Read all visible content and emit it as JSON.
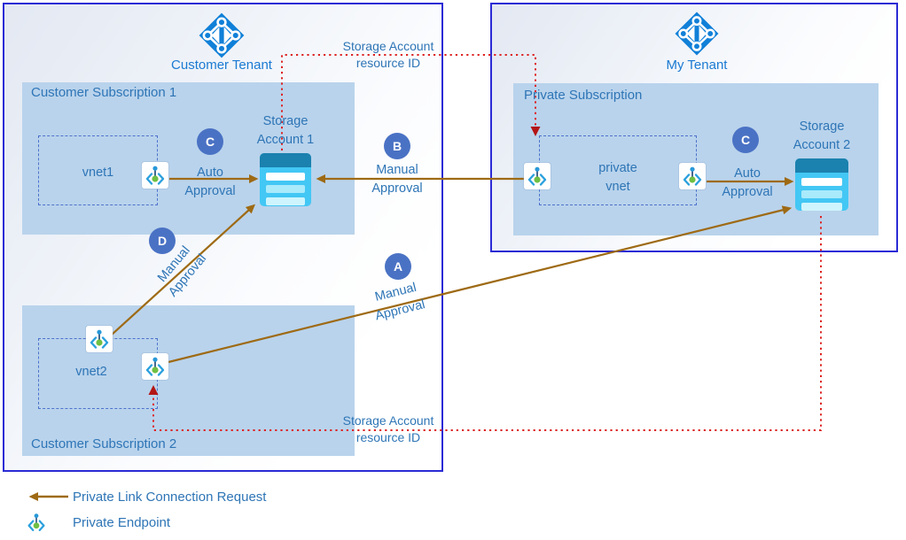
{
  "colors": {
    "tenant_border": "#2b2bd5",
    "subscription_fill": "#b9d3ec",
    "vnet_dashed_border": "#4d72cc",
    "label_blue": "#2e75b6",
    "tenant_title_blue": "#1b7ad2",
    "step_circle_fill": "#4a72c4",
    "connection_arrow_brown": "#9e6a14",
    "resource_id_dotted_red": "#dd2222",
    "resource_id_arrowhead_red": "#b31515",
    "azure_ad_blue": "#1080d8",
    "storage_body": "#43c7f4",
    "storage_band": "#1b81ae",
    "endpoint_bracket_blue": "#2aa0dd",
    "endpoint_green": "#6fbf44"
  },
  "icons": {
    "tenant": "azure-active-directory-icon",
    "endpoint": "private-endpoint-icon",
    "storage": "storage-account-icon",
    "request": "connection-request-arrow"
  },
  "customer_tenant": {
    "title": "Customer Tenant",
    "subscription1": {
      "title": "Customer Subscription 1",
      "vnet_label": "vnet1",
      "storage_label_line1": "Storage",
      "storage_label_line2": "Account 1"
    },
    "subscription2": {
      "title": "Customer Subscription 2",
      "vnet_label": "vnet2"
    }
  },
  "my_tenant": {
    "title": "My Tenant",
    "subscription": {
      "title": "Private Subscription",
      "vnet_label_line1": "private",
      "vnet_label_line2": "vnet",
      "storage_label_line1": "Storage",
      "storage_label_line2": "Account 2"
    }
  },
  "steps": {
    "a": {
      "letter": "A",
      "label_line1": "Manual",
      "label_line2": "Approval"
    },
    "b": {
      "letter": "B",
      "label_line1": "Manual",
      "label_line2": "Approval"
    },
    "c_customer": {
      "letter": "C",
      "label_line1": "Auto",
      "label_line2": "Approval"
    },
    "c_my": {
      "letter": "C",
      "label_line1": "Auto",
      "label_line2": "Approval"
    },
    "d": {
      "letter": "D",
      "label_line1": "Manual",
      "label_line2": "Approval"
    }
  },
  "resource_id_label_top": {
    "line1": "Storage Account",
    "line2": "resource ID"
  },
  "resource_id_label_bottom": {
    "line1": "Storage Account",
    "line2": "resource ID"
  },
  "legend": {
    "connection_request_label": "Private Link Connection Request",
    "private_endpoint_label": "Private Endpoint"
  }
}
